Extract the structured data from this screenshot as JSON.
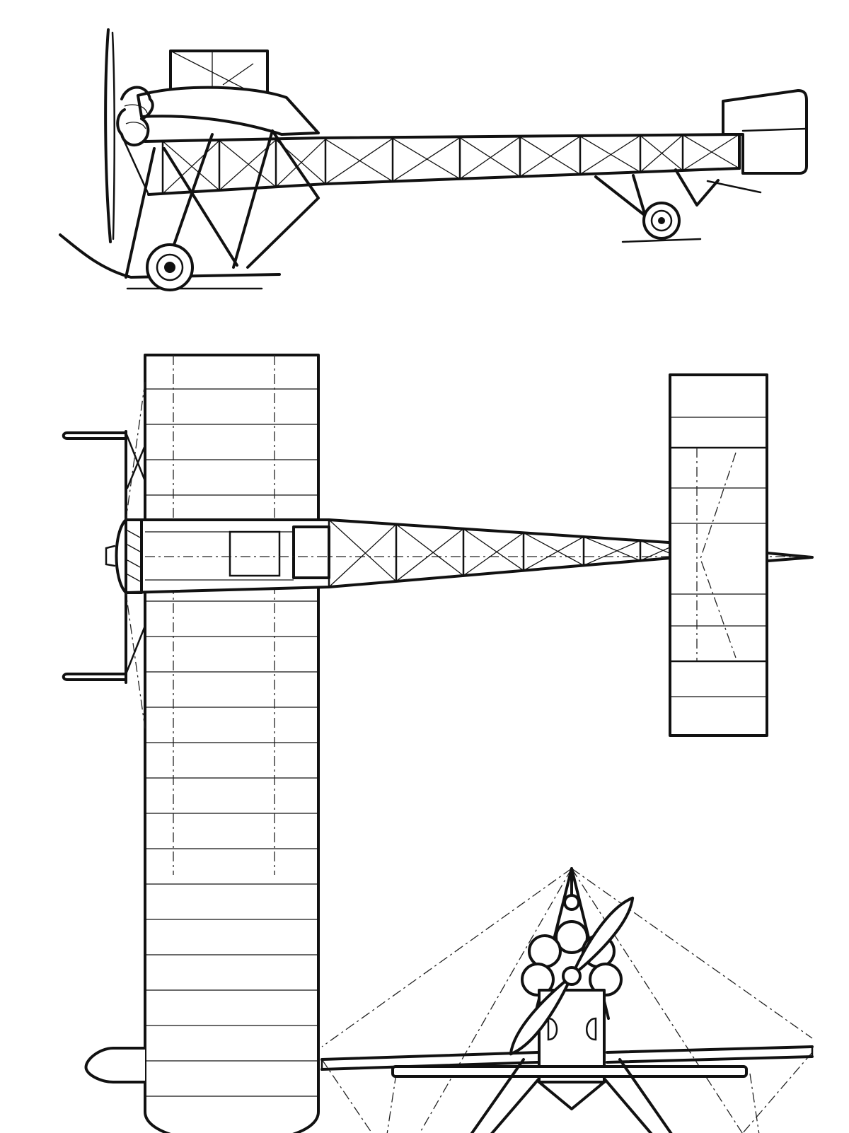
{
  "drawing": {
    "views": [
      "side-elevation",
      "plan",
      "front-elevation"
    ]
  }
}
